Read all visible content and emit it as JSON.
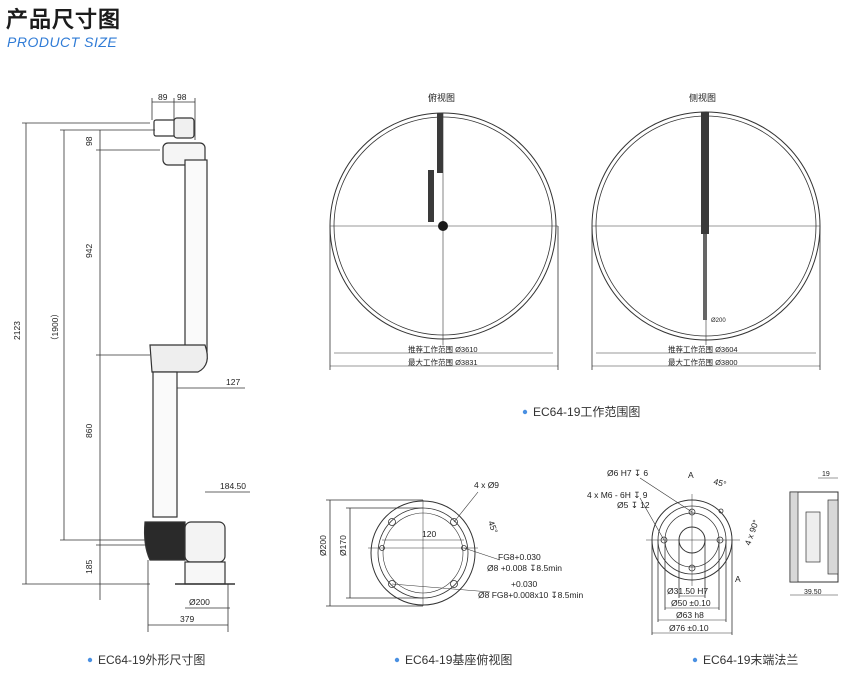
{
  "header": {
    "title": "产品尺寸图",
    "subtitle": "PRODUCT SIZE"
  },
  "colors": {
    "accent": "#2f7bd6",
    "bullet": "#4a90e2",
    "line": "#333333"
  },
  "outline": {
    "caption": "EC64-19外形尺寸图",
    "dims": {
      "d89": "89",
      "d98_top": "98",
      "d98_side": "98",
      "d942": "942",
      "d1900": "（1900）",
      "d2123": "2123",
      "d127": "127",
      "d860": "860",
      "d184": "184.50",
      "d185": "185",
      "d200": "Ø200",
      "d379": "379"
    }
  },
  "top_view": {
    "title": "俯视图",
    "rec": "推荐工作范围 Ø3610",
    "max": "最大工作范围 Ø3831"
  },
  "side_view": {
    "title": "侧视图",
    "rec": "推荐工作范围 Ø3604",
    "max": "最大工作范围 Ø3800",
    "small": "Ø200"
  },
  "work_caption": "EC64-19工作范围图",
  "base": {
    "caption": "EC64-19基座俯视图",
    "d_outer": "Ø200",
    "d_inner": "Ø170",
    "holes": "4 x Ø9",
    "angle": "45°",
    "span": "120",
    "fit1": "FG8+0.030",
    "fit1b": "Ø8 +0.008 ↧8.5min",
    "fit2a": "+0.030",
    "fit2b": "Ø8 FG8+0.008x10 ↧8.5min"
  },
  "flange": {
    "caption": "EC64-19末端法兰",
    "h7": "Ø6 H7 ↧ 6",
    "m6": "4 x M6 - 6H ↧ 9",
    "d5": "Ø5 ↧ 12",
    "ang": "45°",
    "a": "A",
    "a2": "A",
    "pcd": "4 x 90°",
    "d1": "Ø31.50 H7",
    "d2": "Ø50 ±0.10",
    "d3": "Ø63 h8",
    "d4": "Ø76 ±0.10",
    "side_top": "19",
    "side_bottom": "39.50"
  }
}
